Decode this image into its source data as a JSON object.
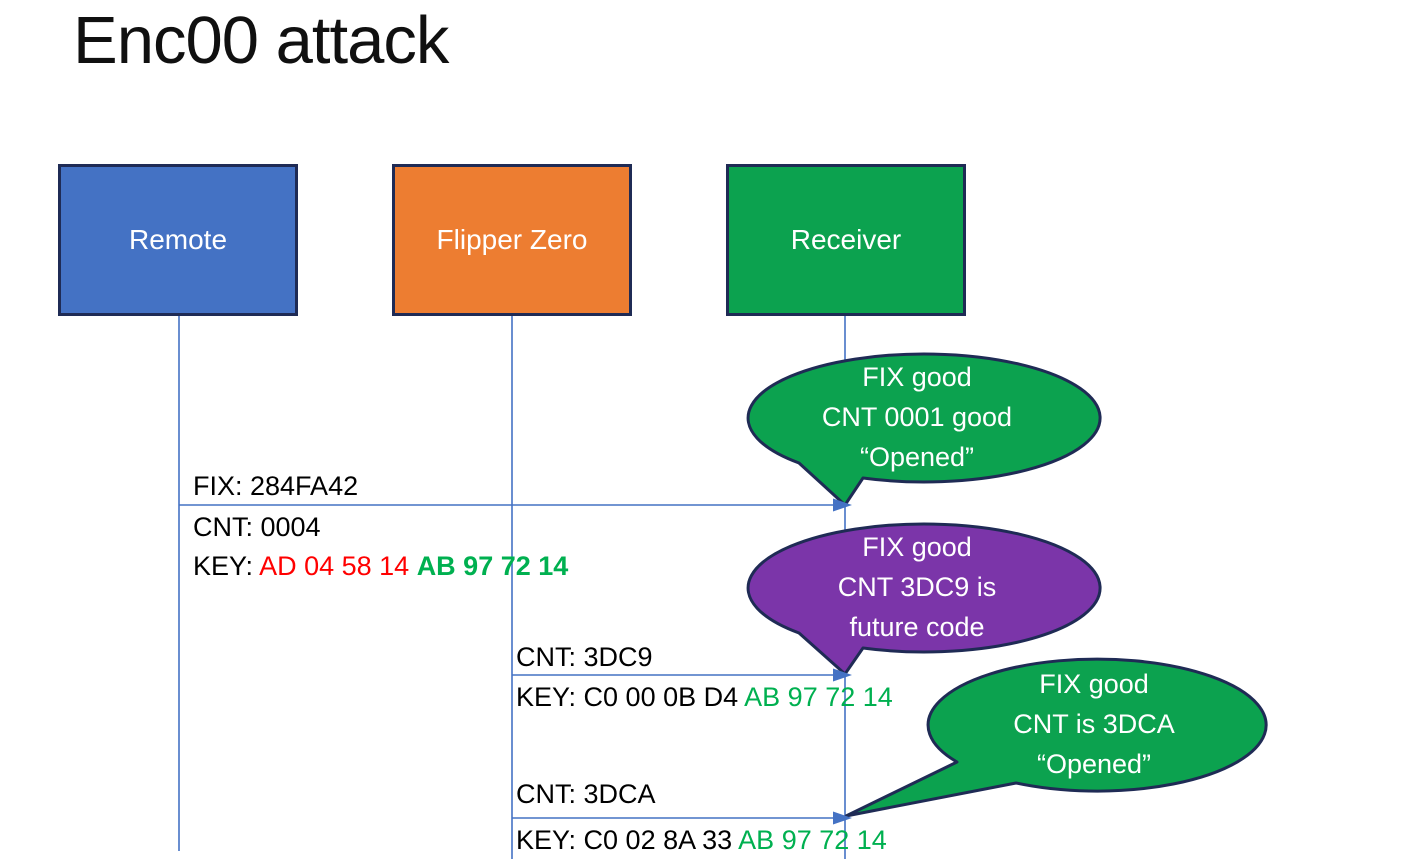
{
  "slide": {
    "title": "Enc00 attack"
  },
  "actors": {
    "remote": {
      "label": "Remote",
      "color": "#4472C4"
    },
    "flipper": {
      "label": "Flipper Zero",
      "color": "#ED7D31"
    },
    "receiver": {
      "label": "Receiver",
      "color": "#0CA24F"
    }
  },
  "messages": {
    "m1": {
      "fix": "FIX: 284FA42",
      "cnt": "CNT: 0004",
      "key_prefix": "KEY: ",
      "key_red": "AD 04 58 14 ",
      "key_green": "AB 97 72 14"
    },
    "m2": {
      "cnt": "CNT: 3DC9",
      "key_prefix": "KEY: C0 00 0B D4 ",
      "key_green": "AB 97 72 14"
    },
    "m3": {
      "cnt": "CNT: 3DCA",
      "key_prefix": "KEY: C0 02 8A 33 ",
      "key_green": "AB 97 72 14"
    }
  },
  "callouts": {
    "c1": {
      "line1": "FIX good",
      "line2": "CNT 0001 good",
      "line3": "“Opened”",
      "color": "#0CA24F"
    },
    "c2": {
      "line1": "FIX good",
      "line2": "CNT 3DC9 is",
      "line3": "future code",
      "color": "#7B35A9"
    },
    "c3": {
      "line1": "FIX good",
      "line2": "CNT is 3DCA",
      "line3": "“Opened”",
      "color": "#0CA24F"
    }
  },
  "colors": {
    "connector_blue": "#4472C4",
    "outline_navy": "#1F2B55",
    "key_red_text": "#FF0000",
    "key_green_text": "#00B050",
    "bubble_green": "#0CA24F",
    "bubble_purple": "#7B35A9"
  }
}
